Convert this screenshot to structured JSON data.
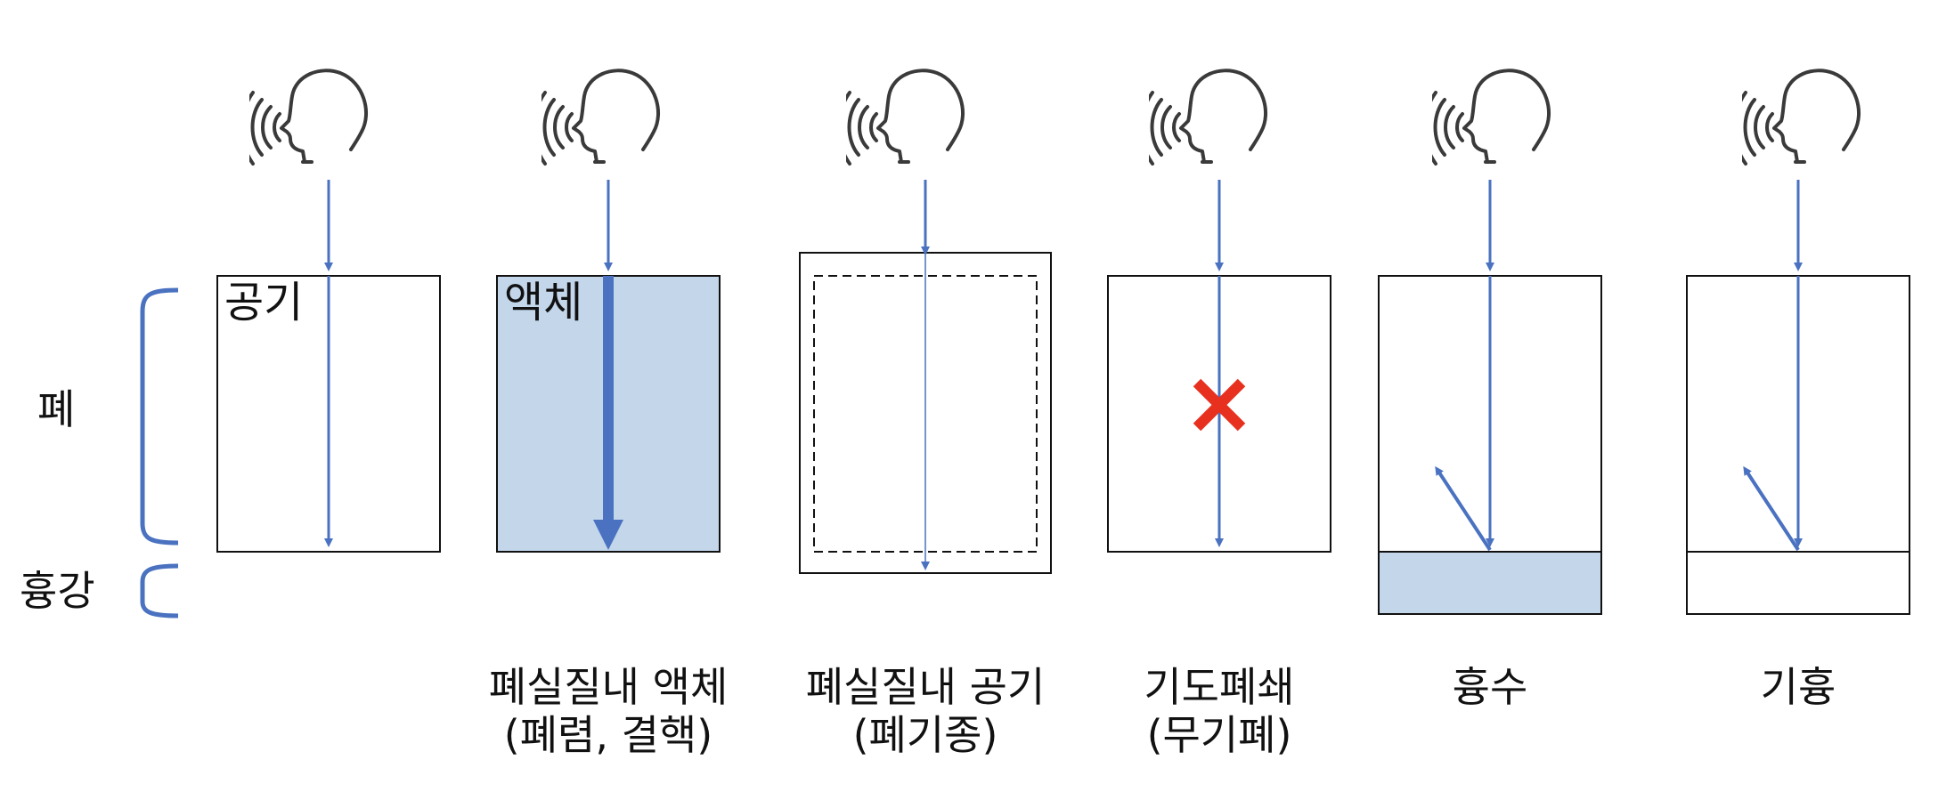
{
  "colors": {
    "arrow": "#4a72c0",
    "box_stroke": "#111111",
    "fluid_fill": "#c3d6ea",
    "head_stroke": "#3a3a3a",
    "cross": "#e8301f"
  },
  "side_labels": {
    "lung": "폐",
    "pleural_cavity": "흉강"
  },
  "box_labels": {
    "air": "공기",
    "fluid": "액체"
  },
  "captions": {
    "consolidation": {
      "line1": "폐실질내 액체",
      "line2": "(폐렴, 결핵)"
    },
    "emphysema": {
      "line1": "폐실질내 공기",
      "line2": "(폐기종)"
    },
    "atelectasis": {
      "line1": "기도폐쇄",
      "line2": "(무기폐)"
    },
    "effusion": {
      "line1": "흉수",
      "line2": ""
    },
    "pneumothorax": {
      "line1": "기흉",
      "line2": ""
    }
  },
  "icons": {
    "speaking_head": "speaking-head-icon",
    "blocked": "red-x-icon",
    "bracket": "curly-bracket"
  }
}
